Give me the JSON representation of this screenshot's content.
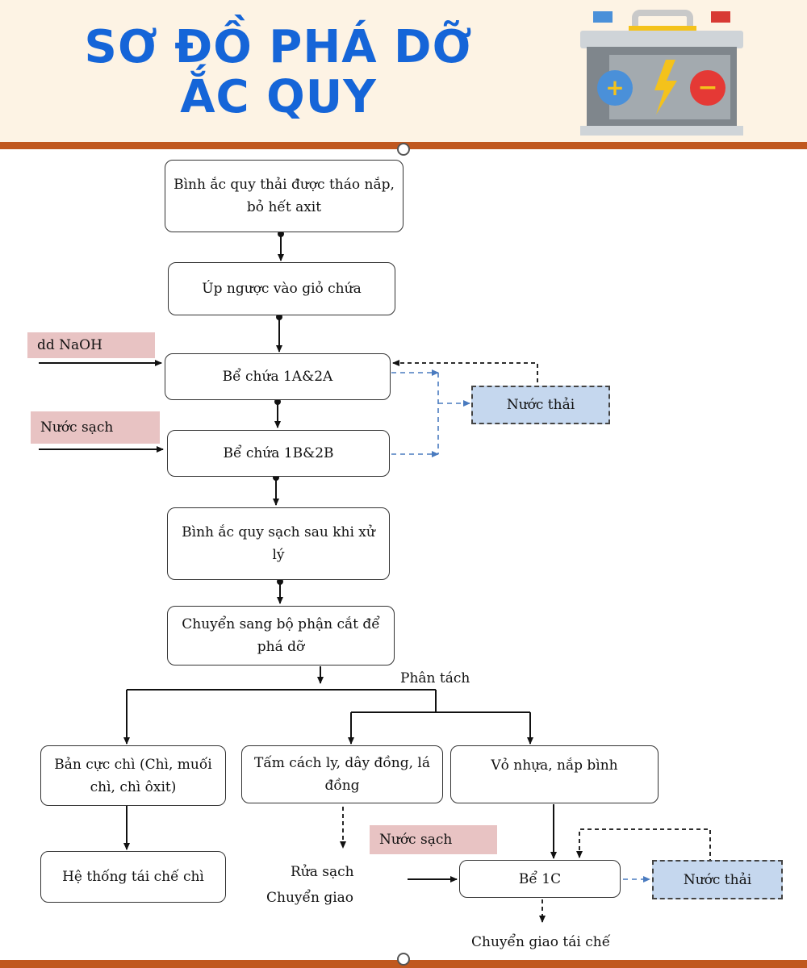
{
  "header": {
    "title_line1": "SƠ ĐỒ PHÁ DỠ",
    "title_line2": "ẮC QUY"
  },
  "battery_icon": {
    "name": "car-battery-icon",
    "plus": "+",
    "minus": "−"
  },
  "colors": {
    "title": "#1565d8",
    "header_bg": "#fdf3e4",
    "accent_bar": "#c0581f",
    "input_label_bg": "#e8c3c3",
    "waste_bg": "#c5d7ee",
    "waste_line": "#4a7bbf"
  },
  "steps": {
    "s1": "Bình ắc quy thải được tháo nắp, bỏ hết axit",
    "s2": "Úp ngược vào giỏ chứa",
    "s3": "Bể chứa 1A&2A",
    "s4": "Bể chứa 1B&2B",
    "s5": "Bình ắc quy sạch sau khi xử lý",
    "s6": "Chuyển sang bộ phận cắt để phá dỡ"
  },
  "inputs": {
    "naoh": "dd NaOH",
    "water1": "Nước sạch",
    "water2": "Nước sạch"
  },
  "waste": {
    "w1": "Nước thải",
    "w2": "Nước thải"
  },
  "separation_label": "Phân tách",
  "branches": {
    "b1": "Bản cực chì (Chì, muối chì, chì ôxit)",
    "b2": "Tấm cách ly, dây đồng, lá đồng",
    "b3": "Vỏ nhựa, nắp bình"
  },
  "outcomes": {
    "lead_recycling": "Hệ thống tái chế chì",
    "wash_line1": "Rửa sạch",
    "wash_line2": "Chuyển giao",
    "tank_1c": "Bể 1C",
    "final": "Chuyển giao tái chế"
  }
}
